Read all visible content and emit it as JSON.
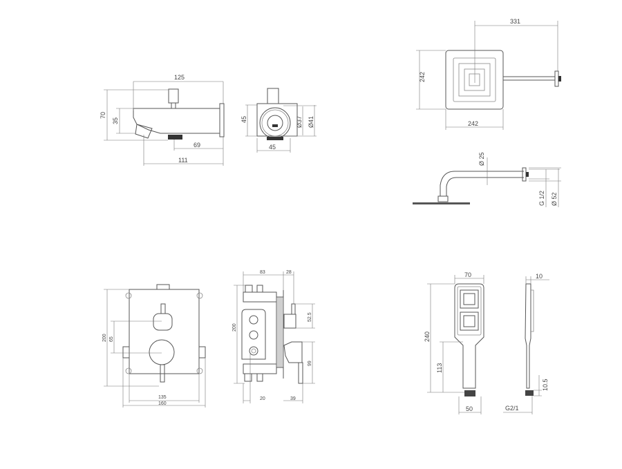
{
  "spout": {
    "side": {
      "length": "125",
      "height": "70",
      "body_height": "35",
      "outlet_offset": "69",
      "projection": "111"
    },
    "end": {
      "height": "45",
      "width": "45",
      "inner_dia": "Ø37",
      "outer_dia": "Ø41"
    }
  },
  "head_shower": {
    "top": {
      "arm_length": "331",
      "depth": "242",
      "width": "242"
    },
    "side": {
      "arm_dia": "Ø 25",
      "thread": "G 1/2",
      "flange_dia": "Ø 52"
    }
  },
  "mixer_valve": {
    "front": {
      "height": "200",
      "handle_spacing": "65",
      "plate_width": "135",
      "overall_width": "160"
    },
    "side": {
      "box_depth": "83",
      "trim_depth": "28",
      "height": "200",
      "upper_offset": "52.5",
      "lower_offset": "99",
      "inlet_offset": "20",
      "lever_depth": "39"
    }
  },
  "hand_shower": {
    "front": {
      "width": "70",
      "length": "240",
      "grip_length": "113",
      "base_width": "50"
    },
    "side": {
      "thickness": "10",
      "connector_height": "10.5",
      "thread": "G2/1"
    }
  },
  "colors": {
    "line": "#555555",
    "dim": "#777777",
    "fill_dark": "#333333"
  }
}
